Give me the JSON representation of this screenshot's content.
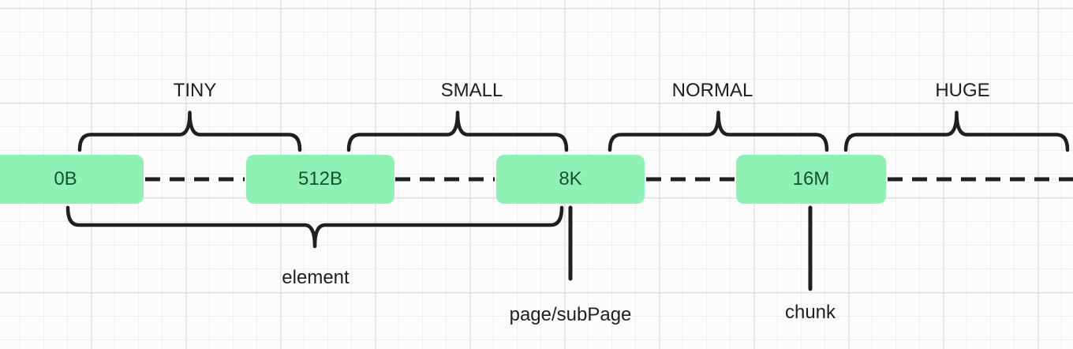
{
  "diagram": {
    "size_classes": [
      {
        "label": "TINY"
      },
      {
        "label": "SMALL"
      },
      {
        "label": "NORMAL"
      },
      {
        "label": "HUGE"
      }
    ],
    "size_markers": [
      {
        "label": "0B"
      },
      {
        "label": "512B"
      },
      {
        "label": "8K"
      },
      {
        "label": "16M"
      }
    ],
    "annotations": {
      "element_label": "element",
      "page_label": "page/subPage",
      "chunk_label": "chunk"
    },
    "colors": {
      "marker_fill": "#8df2b3",
      "marker_text": "#14532d",
      "stroke": "#1f1f1f",
      "grid_minor": "#ededf2",
      "grid_major": "#e0e0e7",
      "background": "#fcfcfd"
    }
  }
}
